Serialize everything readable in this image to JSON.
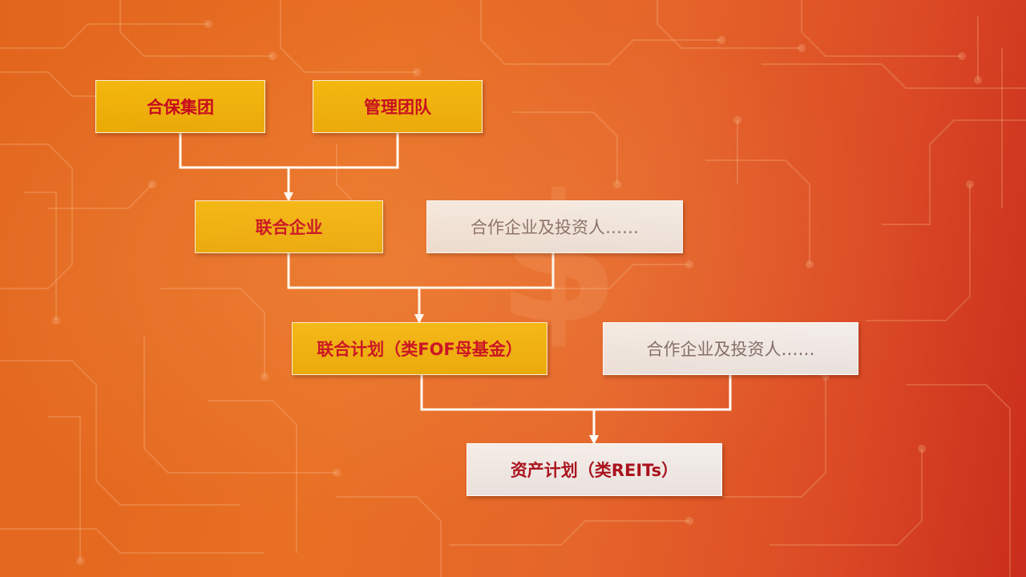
{
  "diagram": {
    "nodes": {
      "hebao_group": "合保集团",
      "management_team": "管理团队",
      "joint_enterprise": "联合企业",
      "partners_1": "合作企业及投资人……",
      "joint_plan": "联合计划（类FOF母基金）",
      "partners_2": "合作企业及投资人……",
      "asset_plan": "资产计划（类REITs）"
    },
    "edges": [
      {
        "from": [
          "hebao_group",
          "management_team"
        ],
        "to": "joint_enterprise"
      },
      {
        "from": [
          "joint_enterprise",
          "partners_1"
        ],
        "to": "joint_plan"
      },
      {
        "from": [
          "joint_plan",
          "partners_2"
        ],
        "to": "asset_plan"
      }
    ]
  },
  "colors": {
    "background_start": "#e2651d",
    "background_end": "#c92d1c",
    "gold_box": "#f0b300",
    "gold_text": "#c4001a",
    "light_box": "#efe8e5",
    "light_text": "#7f6a66",
    "connector": "#ffffff"
  }
}
